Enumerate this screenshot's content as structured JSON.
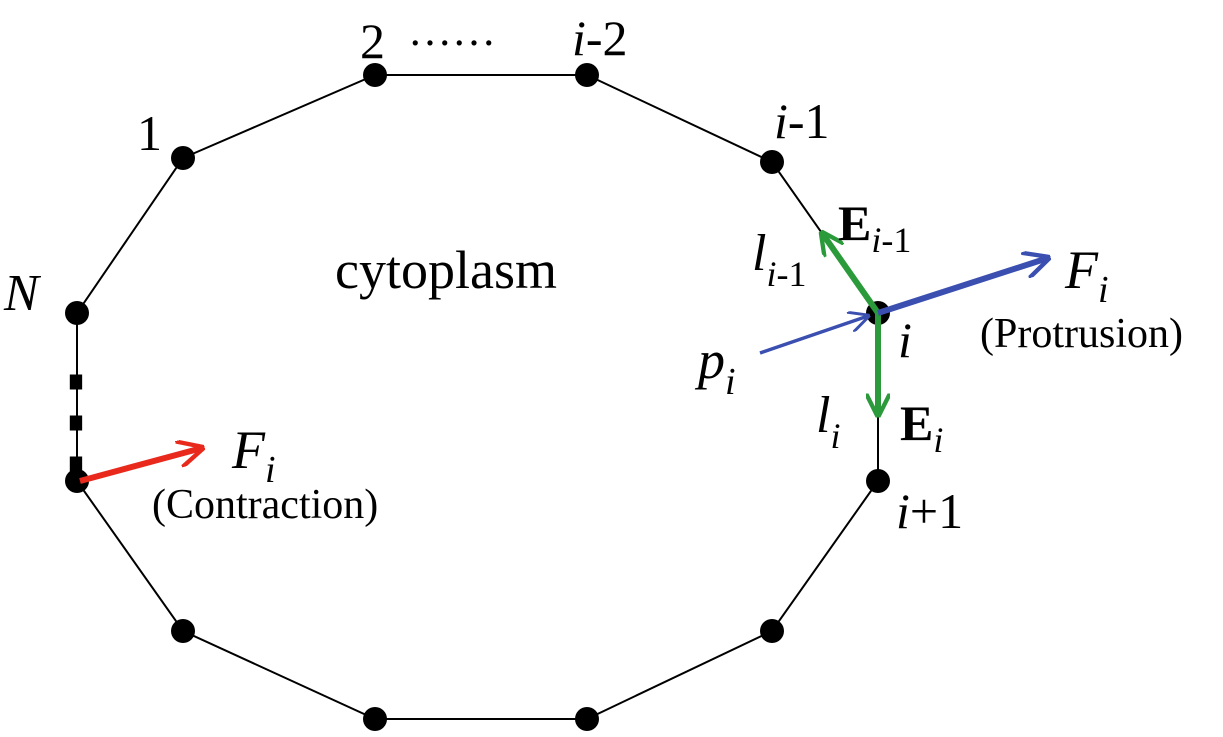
{
  "diagram": {
    "center_label": "cytoplasm",
    "node_labels": {
      "n1": "1",
      "n2": "2",
      "dots_top": "……",
      "n_im2_i": "i",
      "n_im2_rest": "-2",
      "n_im1_i": "i",
      "n_im1_rest": "-1",
      "nN": "N",
      "dots_left": "⋮",
      "ni": "i",
      "n_ip1_i": "i",
      "n_ip1_rest": "+1"
    },
    "vector_labels": {
      "E_im1_main": "E",
      "E_im1_sub_i": "i",
      "E_im1_sub_rest": "-1",
      "l_im1_main": "l",
      "l_im1_sub_i": "i",
      "l_im1_sub_rest": "-1",
      "E_i_main": "E",
      "E_i_sub": "i",
      "l_i_main": "l",
      "l_i_sub": "i",
      "p_main": "p",
      "p_sub": "i",
      "F_prot_main": "F",
      "F_prot_sub": "i",
      "protrusion": "(Protrusion)",
      "F_contr_main": "F",
      "F_contr_sub": "i",
      "contraction": "(Contraction)"
    },
    "colors": {
      "protrusion_force": "#3a4fb0",
      "contraction_force": "#e8291c",
      "edge_vector": "#2a9a3a",
      "node": "#000000"
    }
  }
}
